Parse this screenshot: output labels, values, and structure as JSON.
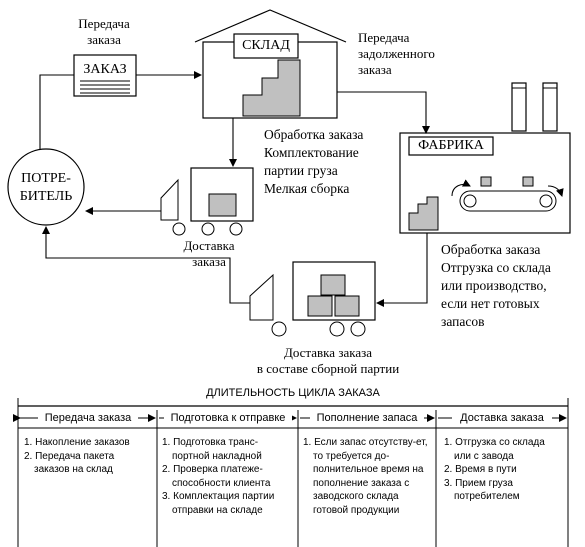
{
  "flow": {
    "order_transfer": "Передача\nзаказа",
    "order_doc": "ЗАКАЗ",
    "warehouse": "СКЛАД",
    "backorder_transfer": "Передача\nзадолженного\nзаказа",
    "factory": "ФАБРИКА",
    "consumer": "ПОТРЕ-\nБИТЕЛЬ",
    "warehouse_ops": "Обработка заказа\nКомплектование\nпартии груза\nМелкая сборка",
    "factory_ops": "Обработка заказа\nОтгрузка со склада\nили производство,\nесли нет готовых\nзапасов",
    "order_delivery": "Доставка\nзаказа",
    "batch_delivery": "Доставка заказа\nв составе сборной партии"
  },
  "cycle": {
    "title": "ДЛИТЕЛЬНОСТЬ ЦИКЛА ЗАКАЗА",
    "columns": [
      {
        "header": "Передача заказа",
        "items": [
          "1. Накопление заказов",
          "2. Передача пакета заказов на склад"
        ]
      },
      {
        "header": "Подготовка к отправке",
        "items": [
          "1. Подготовка транс-портной накладной",
          "2. Проверка платеже-способности клиента",
          "3. Комплектация партии отправки на складе"
        ]
      },
      {
        "header": "Пополнение запаса",
        "items": [
          "1. Если запас отсутству-ет, то требуется до-полнительное время на пополнение заказа с заводского склада готовой продукции"
        ]
      },
      {
        "header": "Доставка заказа",
        "items": [
          "1. Отгрузка со склада или с завода",
          "2. Время в пути",
          "3. Прием груза потребителем"
        ]
      }
    ]
  },
  "colors": {
    "line": "#000000",
    "fill_gray": "#c0c0c0",
    "background": "#ffffff"
  }
}
